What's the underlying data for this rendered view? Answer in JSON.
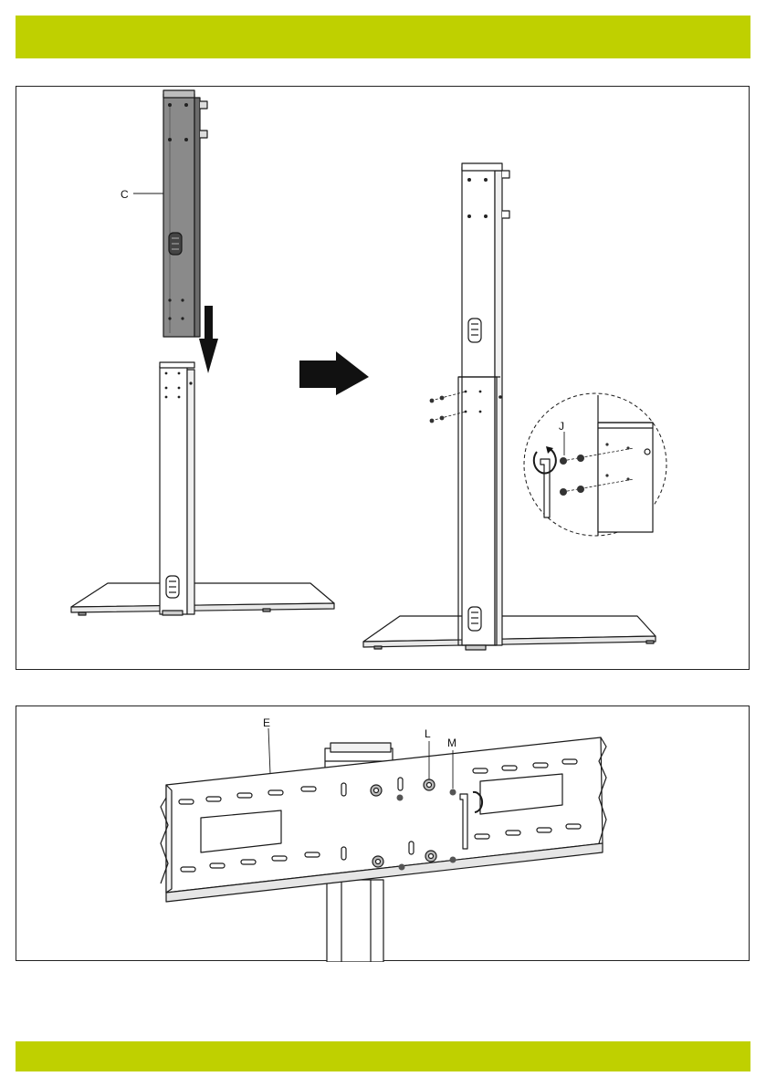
{
  "labels": {
    "part_c": "C",
    "part_j": "J",
    "part_e": "E",
    "part_l": "L",
    "part_m": "M"
  },
  "colors": {
    "accent_band": "#bfd000",
    "line": "#1a1a1a",
    "grey_part": "#8a8a8a"
  }
}
